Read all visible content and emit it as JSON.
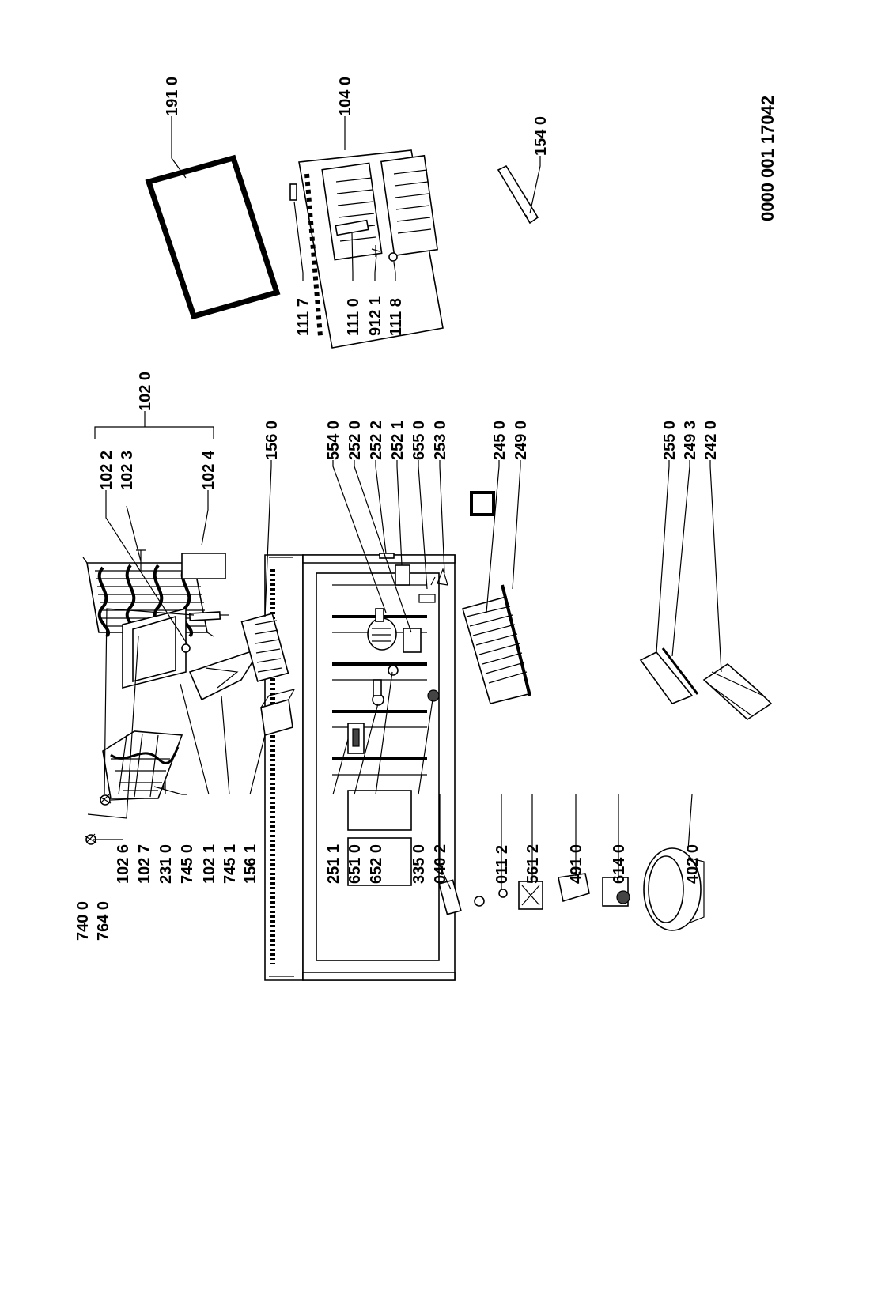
{
  "document_number": "0000 001 17042",
  "labels": {
    "l7400": "740 0",
    "l7640": "764 0",
    "l1026": "102 6",
    "l1027": "102 7",
    "l2310": "231 0",
    "l7450": "745 0",
    "l1021": "102 1",
    "l7451": "745 1",
    "l1561": "156 1",
    "l1022": "102 2",
    "l1023": "102 3",
    "l1024": "102 4",
    "l1020": "102 0",
    "l1560": "156 0",
    "l5540": "554 0",
    "l2520": "252 0",
    "l2522": "252 2",
    "l2521": "252 1",
    "l6550": "655 0",
    "l2530": "253 0",
    "l2511": "251 1",
    "l6510": "651 0",
    "l6520": "652 0",
    "l3350": "335 0",
    "l0402": "040 2",
    "l2450": "245 0",
    "l2490": "249 0",
    "l0112": "011 2",
    "l5612": "561 2",
    "l4910": "491 0",
    "l6140": "614 0",
    "l4020": "402 0",
    "l2550": "255 0",
    "l2493": "249 3",
    "l2420": "242 0",
    "l1910": "191 0",
    "l1040": "104 0",
    "l1117": "111 7",
    "l1110": "111 0",
    "l9121": "912 1",
    "l1118": "111 8",
    "l1540": "154 0"
  }
}
